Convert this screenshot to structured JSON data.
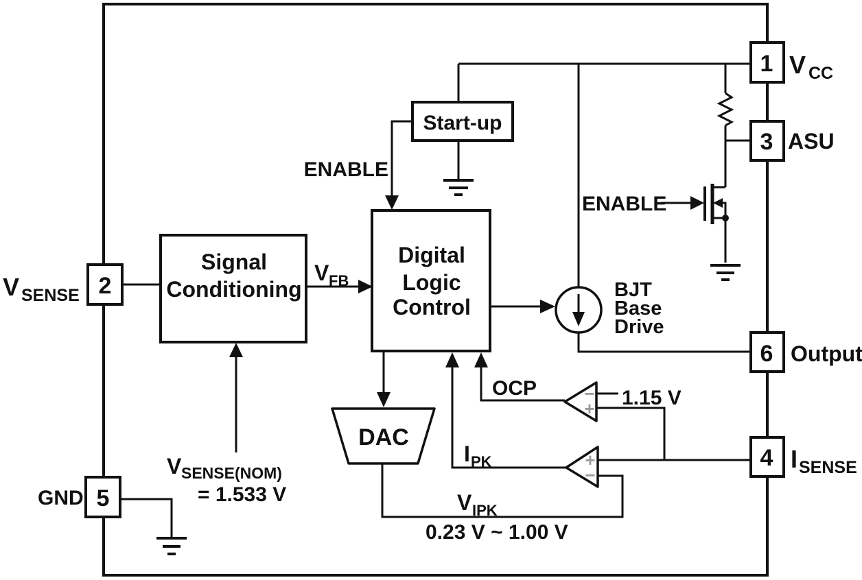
{
  "colors": {
    "ink": "#111111",
    "paper": "#ffffff",
    "comparator_sign": "#9b9b9b"
  },
  "pins": [
    {
      "number": "1",
      "label": "V",
      "sub": "CC"
    },
    {
      "number": "2",
      "label": "V",
      "sub": "SENSE"
    },
    {
      "number": "3",
      "label": "ASU"
    },
    {
      "number": "4",
      "label": "I",
      "sub": "SENSE"
    },
    {
      "number": "5",
      "label": "GND"
    },
    {
      "number": "6",
      "label": "Output"
    }
  ],
  "blocks": {
    "startup": "Start-up",
    "signal_conditioning": [
      "Signal",
      "Conditioning"
    ],
    "digital_logic_control": [
      "Digital",
      "Logic",
      "Control"
    ],
    "dac": "DAC",
    "bjt_base_drive": [
      "BJT",
      "Base",
      "Drive"
    ]
  },
  "signals": {
    "enable_startup": "ENABLE",
    "enable_asu": "ENABLE",
    "vfb": {
      "main": "V",
      "sub": "FB"
    },
    "ocp": "OCP",
    "ipk": {
      "main": "I",
      "sub": "PK"
    },
    "vipk": {
      "main": "V",
      "sub": "IPK"
    },
    "vsense_nom": {
      "main": "V",
      "sub": "SENSE(NOM)",
      "value": "= 1.533 V"
    },
    "ocp_threshold": "1.15 V",
    "vipk_range": "0.23 V ~ 1.00 V",
    "plus": "+",
    "minus": "−"
  }
}
